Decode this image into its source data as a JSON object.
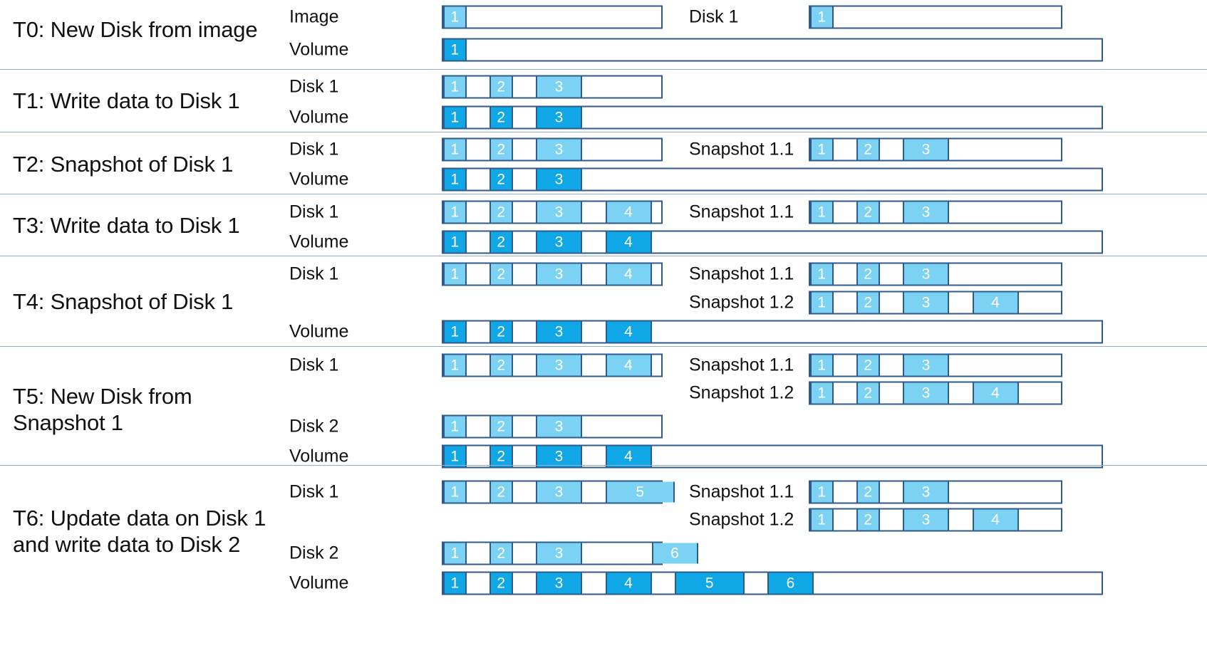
{
  "diagram": {
    "title_column_label": "timeline-steps",
    "colors": {
      "block_light": "#7BD2F2",
      "block_dark": "#0FA7E5",
      "border": "#2E5A8C",
      "divider": "#8FAFCB",
      "background": "#FFFFFF"
    },
    "sections": [
      {
        "id": "T0",
        "title": "T0: New Disk from image",
        "left_rows": [
          {
            "label": "Image",
            "bar_kind": "disk",
            "blocks": [
              {
                "text": "1",
                "shade": "light",
                "start": 0,
                "span": 1
              }
            ]
          },
          {
            "label": "Volume",
            "bar_kind": "vol",
            "blocks": [
              {
                "text": "1",
                "shade": "dark",
                "start": 0,
                "span": 1
              }
            ]
          }
        ],
        "right_rows": [
          {
            "label": "Disk 1",
            "blocks": [
              {
                "text": "1",
                "shade": "light",
                "start": 0,
                "span": 1
              }
            ]
          }
        ]
      },
      {
        "id": "T1",
        "title": "T1: Write data to Disk 1",
        "left_rows": [
          {
            "label": "Disk 1",
            "bar_kind": "disk",
            "blocks": [
              {
                "text": "1",
                "shade": "light",
                "start": 0,
                "span": 1
              },
              {
                "text": "2",
                "shade": "light",
                "start": 2,
                "span": 1
              },
              {
                "text": "3",
                "shade": "light",
                "start": 4,
                "span": 2
              }
            ]
          },
          {
            "label": "Volume",
            "bar_kind": "vol",
            "blocks": [
              {
                "text": "1",
                "shade": "dark",
                "start": 0,
                "span": 1
              },
              {
                "text": "2",
                "shade": "dark",
                "start": 2,
                "span": 1
              },
              {
                "text": "3",
                "shade": "dark",
                "start": 4,
                "span": 2
              }
            ]
          }
        ],
        "right_rows": []
      },
      {
        "id": "T2",
        "title": "T2: Snapshot of Disk 1",
        "left_rows": [
          {
            "label": "Disk 1",
            "bar_kind": "disk",
            "blocks": [
              {
                "text": "1",
                "shade": "light",
                "start": 0,
                "span": 1
              },
              {
                "text": "2",
                "shade": "light",
                "start": 2,
                "span": 1
              },
              {
                "text": "3",
                "shade": "light",
                "start": 4,
                "span": 2
              }
            ]
          },
          {
            "label": "Volume",
            "bar_kind": "vol",
            "blocks": [
              {
                "text": "1",
                "shade": "dark",
                "start": 0,
                "span": 1
              },
              {
                "text": "2",
                "shade": "dark",
                "start": 2,
                "span": 1
              },
              {
                "text": "3",
                "shade": "dark",
                "start": 4,
                "span": 2
              }
            ]
          }
        ],
        "right_rows": [
          {
            "label": "Snapshot 1.1",
            "blocks": [
              {
                "text": "1",
                "shade": "light",
                "start": 0,
                "span": 1
              },
              {
                "text": "2",
                "shade": "light",
                "start": 2,
                "span": 1
              },
              {
                "text": "3",
                "shade": "light",
                "start": 4,
                "span": 2
              }
            ]
          }
        ]
      },
      {
        "id": "T3",
        "title": "T3: Write data to Disk 1",
        "left_rows": [
          {
            "label": "Disk 1",
            "bar_kind": "disk",
            "blocks": [
              {
                "text": "1",
                "shade": "light",
                "start": 0,
                "span": 1
              },
              {
                "text": "2",
                "shade": "light",
                "start": 2,
                "span": 1
              },
              {
                "text": "3",
                "shade": "light",
                "start": 4,
                "span": 2
              },
              {
                "text": "4",
                "shade": "light",
                "start": 7,
                "span": 2
              }
            ]
          },
          {
            "label": "Volume",
            "bar_kind": "vol",
            "blocks": [
              {
                "text": "1",
                "shade": "dark",
                "start": 0,
                "span": 1
              },
              {
                "text": "2",
                "shade": "dark",
                "start": 2,
                "span": 1
              },
              {
                "text": "3",
                "shade": "dark",
                "start": 4,
                "span": 2
              },
              {
                "text": "4",
                "shade": "dark",
                "start": 7,
                "span": 2
              }
            ]
          }
        ],
        "right_rows": [
          {
            "label": "Snapshot 1.1",
            "blocks": [
              {
                "text": "1",
                "shade": "light",
                "start": 0,
                "span": 1
              },
              {
                "text": "2",
                "shade": "light",
                "start": 2,
                "span": 1
              },
              {
                "text": "3",
                "shade": "light",
                "start": 4,
                "span": 2
              }
            ]
          }
        ]
      },
      {
        "id": "T4",
        "title": "T4: Snapshot of Disk 1",
        "left_rows": [
          {
            "label": "Disk 1",
            "bar_kind": "disk",
            "blocks": [
              {
                "text": "1",
                "shade": "light",
                "start": 0,
                "span": 1
              },
              {
                "text": "2",
                "shade": "light",
                "start": 2,
                "span": 1
              },
              {
                "text": "3",
                "shade": "light",
                "start": 4,
                "span": 2
              },
              {
                "text": "4",
                "shade": "light",
                "start": 7,
                "span": 2
              }
            ]
          },
          {
            "label": "Volume",
            "bar_kind": "vol",
            "blocks": [
              {
                "text": "1",
                "shade": "dark",
                "start": 0,
                "span": 1
              },
              {
                "text": "2",
                "shade": "dark",
                "start": 2,
                "span": 1
              },
              {
                "text": "3",
                "shade": "dark",
                "start": 4,
                "span": 2
              },
              {
                "text": "4",
                "shade": "dark",
                "start": 7,
                "span": 2
              }
            ]
          }
        ],
        "right_rows": [
          {
            "label": "Snapshot 1.1",
            "blocks": [
              {
                "text": "1",
                "shade": "light",
                "start": 0,
                "span": 1
              },
              {
                "text": "2",
                "shade": "light",
                "start": 2,
                "span": 1
              },
              {
                "text": "3",
                "shade": "light",
                "start": 4,
                "span": 2
              }
            ]
          },
          {
            "label": "Snapshot 1.2",
            "blocks": [
              {
                "text": "1",
                "shade": "light",
                "start": 0,
                "span": 1
              },
              {
                "text": "2",
                "shade": "light",
                "start": 2,
                "span": 1
              },
              {
                "text": "3",
                "shade": "light",
                "start": 4,
                "span": 2
              },
              {
                "text": "4",
                "shade": "light",
                "start": 7,
                "span": 2
              }
            ]
          }
        ]
      },
      {
        "id": "T5",
        "title": "T5: New Disk from\nSnapshot 1",
        "left_rows": [
          {
            "label": "Disk 1",
            "bar_kind": "disk",
            "blocks": [
              {
                "text": "1",
                "shade": "light",
                "start": 0,
                "span": 1
              },
              {
                "text": "2",
                "shade": "light",
                "start": 2,
                "span": 1
              },
              {
                "text": "3",
                "shade": "light",
                "start": 4,
                "span": 2
              },
              {
                "text": "4",
                "shade": "light",
                "start": 7,
                "span": 2
              }
            ]
          },
          {
            "label": "Disk 2",
            "bar_kind": "disk",
            "blocks": [
              {
                "text": "1",
                "shade": "light",
                "start": 0,
                "span": 1
              },
              {
                "text": "2",
                "shade": "light",
                "start": 2,
                "span": 1
              },
              {
                "text": "3",
                "shade": "light",
                "start": 4,
                "span": 2
              }
            ]
          },
          {
            "label": "Volume",
            "bar_kind": "vol",
            "blocks": [
              {
                "text": "1",
                "shade": "dark",
                "start": 0,
                "span": 1
              },
              {
                "text": "2",
                "shade": "dark",
                "start": 2,
                "span": 1
              },
              {
                "text": "3",
                "shade": "dark",
                "start": 4,
                "span": 2
              },
              {
                "text": "4",
                "shade": "dark",
                "start": 7,
                "span": 2
              }
            ]
          }
        ],
        "right_rows": [
          {
            "label": "Snapshot 1.1",
            "blocks": [
              {
                "text": "1",
                "shade": "light",
                "start": 0,
                "span": 1
              },
              {
                "text": "2",
                "shade": "light",
                "start": 2,
                "span": 1
              },
              {
                "text": "3",
                "shade": "light",
                "start": 4,
                "span": 2
              }
            ]
          },
          {
            "label": "Snapshot 1.2",
            "blocks": [
              {
                "text": "1",
                "shade": "light",
                "start": 0,
                "span": 1
              },
              {
                "text": "2",
                "shade": "light",
                "start": 2,
                "span": 1
              },
              {
                "text": "3",
                "shade": "light",
                "start": 4,
                "span": 2
              },
              {
                "text": "4",
                "shade": "light",
                "start": 7,
                "span": 2
              }
            ]
          }
        ]
      },
      {
        "id": "T6",
        "title": "T6: Update data on Disk 1\nand write data to Disk 2",
        "left_rows": [
          {
            "label": "Disk 1",
            "bar_kind": "disk",
            "blocks": [
              {
                "text": "1",
                "shade": "light",
                "start": 0,
                "span": 1
              },
              {
                "text": "2",
                "shade": "light",
                "start": 2,
                "span": 1
              },
              {
                "text": "3",
                "shade": "light",
                "start": 4,
                "span": 2
              },
              {
                "text": "5",
                "shade": "light",
                "start": 7,
                "span": 3
              }
            ]
          },
          {
            "label": "Disk 2",
            "bar_kind": "disk",
            "blocks": [
              {
                "text": "1",
                "shade": "light",
                "start": 0,
                "span": 1
              },
              {
                "text": "2",
                "shade": "light",
                "start": 2,
                "span": 1
              },
              {
                "text": "3",
                "shade": "light",
                "start": 4,
                "span": 2
              },
              {
                "text": "6",
                "shade": "light",
                "start": 9,
                "span": 2
              }
            ]
          },
          {
            "label": "Volume",
            "bar_kind": "vol",
            "blocks": [
              {
                "text": "1",
                "shade": "dark",
                "start": 0,
                "span": 1
              },
              {
                "text": "2",
                "shade": "dark",
                "start": 2,
                "span": 1
              },
              {
                "text": "3",
                "shade": "dark",
                "start": 4,
                "span": 2
              },
              {
                "text": "4",
                "shade": "dark",
                "start": 7,
                "span": 2
              },
              {
                "text": "5",
                "shade": "dark",
                "start": 10,
                "span": 3
              },
              {
                "text": "6",
                "shade": "dark",
                "start": 14,
                "span": 2
              }
            ]
          }
        ],
        "right_rows": [
          {
            "label": "Snapshot 1.1",
            "blocks": [
              {
                "text": "1",
                "shade": "light",
                "start": 0,
                "span": 1
              },
              {
                "text": "2",
                "shade": "light",
                "start": 2,
                "span": 1
              },
              {
                "text": "3",
                "shade": "light",
                "start": 4,
                "span": 2
              }
            ]
          },
          {
            "label": "Snapshot 1.2",
            "blocks": [
              {
                "text": "1",
                "shade": "light",
                "start": 0,
                "span": 1
              },
              {
                "text": "2",
                "shade": "light",
                "start": 2,
                "span": 1
              },
              {
                "text": "3",
                "shade": "light",
                "start": 4,
                "span": 2
              },
              {
                "text": "4",
                "shade": "light",
                "start": 7,
                "span": 2
              }
            ]
          }
        ]
      }
    ]
  }
}
